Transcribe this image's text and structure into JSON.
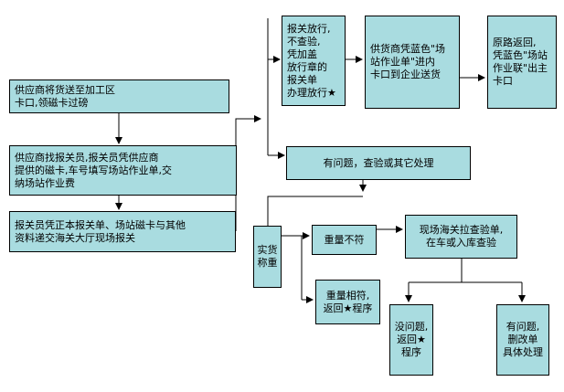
{
  "nodes": {
    "b1": [
      "供应商将货送至加工区",
      "卡口,领磁卡过磅"
    ],
    "b2": [
      "供应商找报关员,报关员凭供应商",
      "提供的磁卡,车号填写场站作业单,交",
      "纳场站作业费"
    ],
    "b3": [
      "报关员凭正本报关单、场站磁卡与其他",
      "资料递交海关大厅现场报关"
    ],
    "b4": [
      "报关放行,",
      "不查验,",
      "凭加盖",
      "放行章的",
      "报关单",
      "办理放行★"
    ],
    "b5": [
      "供货商凭蓝色\"场",
      "站作业单\"进内",
      "卡口到企业送货"
    ],
    "b6": [
      "原路返回,",
      "凭蓝色\"场站",
      "作业联\"出主",
      "卡口"
    ],
    "b7": [
      "有问题，查验或其它处理"
    ],
    "b8": [
      "实货",
      "称重"
    ],
    "b9": [
      "重量不符"
    ],
    "b10": [
      "现场海关拉查验单,",
      "在车或入库查验"
    ],
    "b11": [
      "重量相符,",
      "返回★程序"
    ],
    "b12": [
      "没问题,",
      "返回★",
      "程序"
    ],
    "b13": [
      "有问题,",
      "删改单",
      "具体处理"
    ]
  },
  "colors": {
    "box_fill": "#a9dce0",
    "line": "#000000"
  }
}
